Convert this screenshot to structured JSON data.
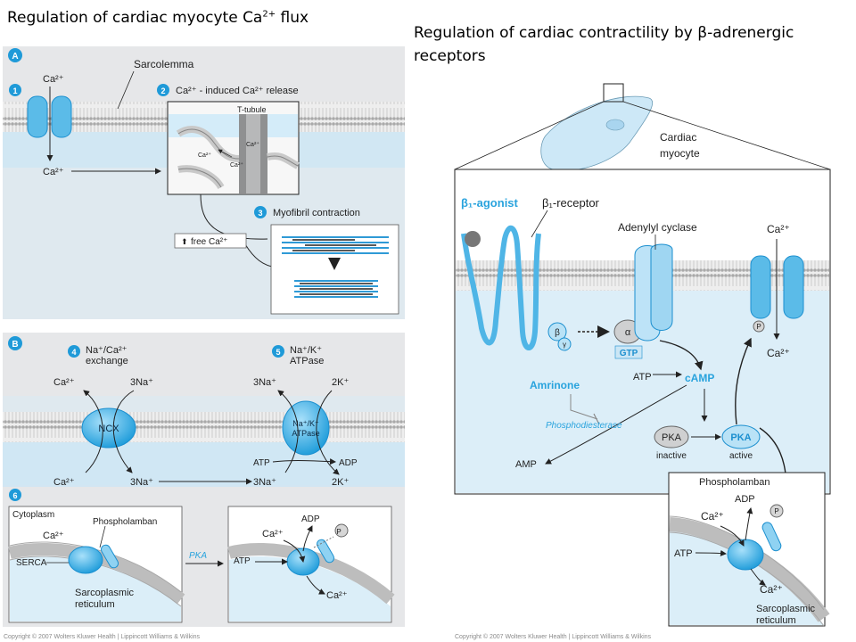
{
  "titles": {
    "left_prefix": "Regulation of cardiac myocyte Ca",
    "left_sup": "2+",
    "left_suffix": " flux",
    "right": "Regulation of cardiac contractility by β-adrenergic receptors"
  },
  "panel_a": {
    "letter": "A",
    "sarcolemma": "Sarcolemma",
    "step1_num": "1",
    "step2_num": "2",
    "step2_label": "Ca²⁺ - induced Ca²⁺ release",
    "step3_num": "3",
    "step3_label": "Myofibril contraction",
    "ca_top": "Ca²⁺",
    "ca_bottom": "Ca²⁺",
    "ttubule": "T-tubule",
    "free_ca": "free Ca²⁺",
    "inset_ca1": "Ca²⁺",
    "inset_ca2": "Ca²⁺",
    "inset_ca3": "Ca²⁺"
  },
  "panel_b": {
    "letter": "B",
    "step4_num": "4",
    "step4_l1": "Na⁺/Ca²⁺",
    "step4_l2": "exchange",
    "step5_num": "5",
    "step5_l1": "Na⁺/K⁺",
    "step5_l2": "ATPase",
    "ncx": "NCX",
    "atpase_l1": "Na⁺/K⁺",
    "atpase_l2": "ATPase",
    "ca_tl": "Ca²⁺",
    "na_tl": "3Na⁺",
    "ca_bl": "Ca²⁺",
    "na_bl": "3Na⁺",
    "na_tr": "3Na⁺",
    "k_tr": "2K⁺",
    "na_br": "3Na⁺",
    "k_br": "2K⁺",
    "atp": "ATP",
    "adp": "ADP",
    "step6_num": "6",
    "cytoplasm": "Cytoplasm",
    "phospholamban": "Phospholamban",
    "ca_serca": "Ca²⁺",
    "serca": "SERCA",
    "sr_l1": "Sarcoplasmic",
    "sr_l2": "reticulum",
    "pka": "PKA",
    "r_adp": "ADP",
    "r_ca": "Ca²⁺",
    "r_atp": "ATP",
    "r_p": "P",
    "r_ca_out": "Ca²⁺"
  },
  "right_diagram": {
    "cardiac_l1": "Cardiac",
    "cardiac_l2": "myocyte",
    "agonist": "β₁-agonist",
    "receptor": "β₁-receptor",
    "adenylyl": "Adenylyl cyclase",
    "ca_top": "Ca²⁺",
    "ca_bottom": "Ca²⁺",
    "beta": "β",
    "gamma": "γ",
    "alpha": "α",
    "gtp": "GTP",
    "p": "P",
    "atp": "ATP",
    "camp": "cAMP",
    "amrinone": "Amrinone",
    "phosphodiesterase": "Phosphodiesterase",
    "pka_inactive": "PKA",
    "inactive": "inactive",
    "pka_active": "PKA",
    "active": "active",
    "amp": "AMP",
    "phospholamban": "Phospholamban",
    "adp": "ADP",
    "ca_in": "Ca²⁺",
    "atp2": "ATP",
    "p2": "P",
    "ca_out": "Ca²⁺",
    "sr_l1": "Sarcoplasmic",
    "sr_l2": "reticulum"
  },
  "copyright_left": "Copyright © 2007 Wolters Kluwer Health | Lippincott Williams & Wilkins",
  "copyright_right": "Copyright © 2007 Wolters Kluwer Health | Lippincott Williams & Wilkins",
  "colors": {
    "panel_bg": "#e6e7e9",
    "cytoplasm": "#cbe6f5",
    "channel": "#5bbbe8",
    "channel_dark": "#1b8fcf",
    "membrane": "#cfcfcf",
    "accent_text": "#29a3dd"
  }
}
